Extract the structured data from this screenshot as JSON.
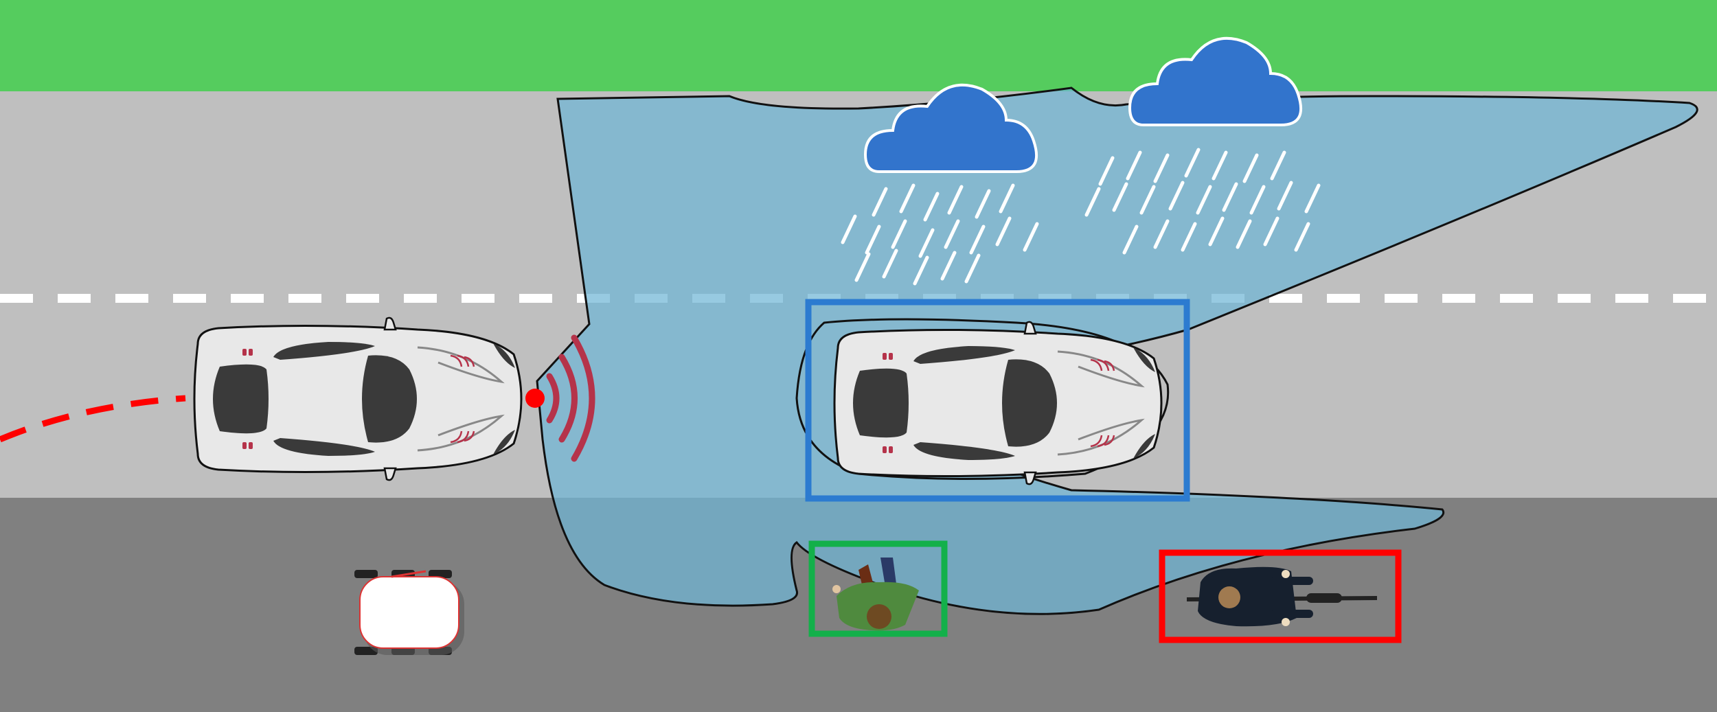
{
  "scene": {
    "colors": {
      "grass": "#55cc5e",
      "road_upper": "#bfbfbf",
      "road_lower": "#808080",
      "lane_marking": "#ffffff",
      "sensor_region": "#6fb5d6",
      "cloud": "#3274cc",
      "rain": "#ffffff",
      "car_body": "#e8e8e8",
      "car_glass": "#3a3a3a",
      "trajectory": "#ff0000",
      "radar_waves": "#b5334a",
      "box_car": "#2c7bd0",
      "box_pedestrian": "#13b04a",
      "box_cyclist": "#ff0000",
      "pedestrian_shirt": "#4f8a3e",
      "cyclist_jacket": "#16202e",
      "robot_body": "#ffffff"
    },
    "icons": [
      "ego-car",
      "detected-car",
      "delivery-robot",
      "pedestrian",
      "cyclist",
      "rain-cloud",
      "radar-waves",
      "sensor-field-of-view"
    ],
    "detections": [
      {
        "object": "car",
        "box_color": "#2c7bd0"
      },
      {
        "object": "pedestrian",
        "box_color": "#13b04a"
      },
      {
        "object": "cyclist",
        "box_color": "#ff0000"
      }
    ]
  }
}
